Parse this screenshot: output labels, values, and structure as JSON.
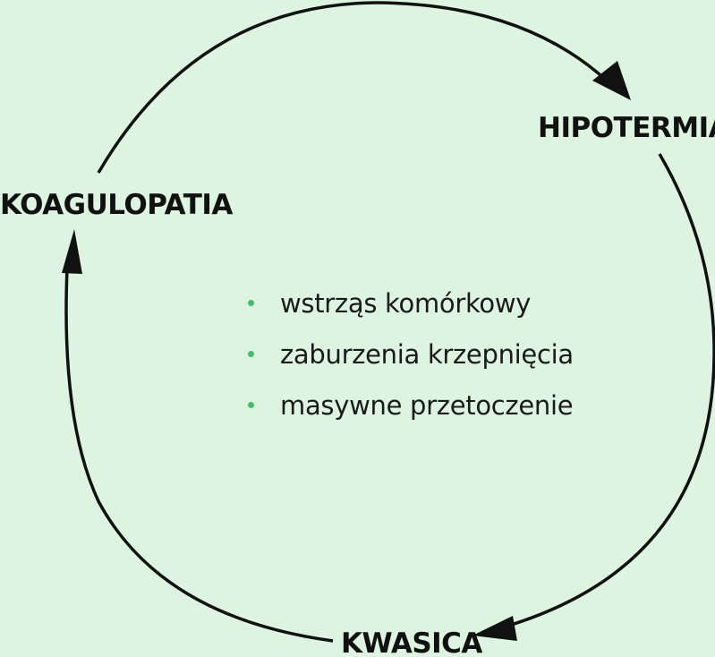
{
  "colors": {
    "background": "#ddf5e0",
    "stroke": "#111111",
    "bullet": "#3cc46a"
  },
  "nodes": {
    "hipotermia": "HIPOTERMIA",
    "koagulopatia": "KOAGULOPATIA",
    "kwasica": "KWASICA"
  },
  "factors": [
    "wstrząs komórkowy",
    "zaburzenia krzepnięcia",
    "masywne przetoczenie"
  ]
}
